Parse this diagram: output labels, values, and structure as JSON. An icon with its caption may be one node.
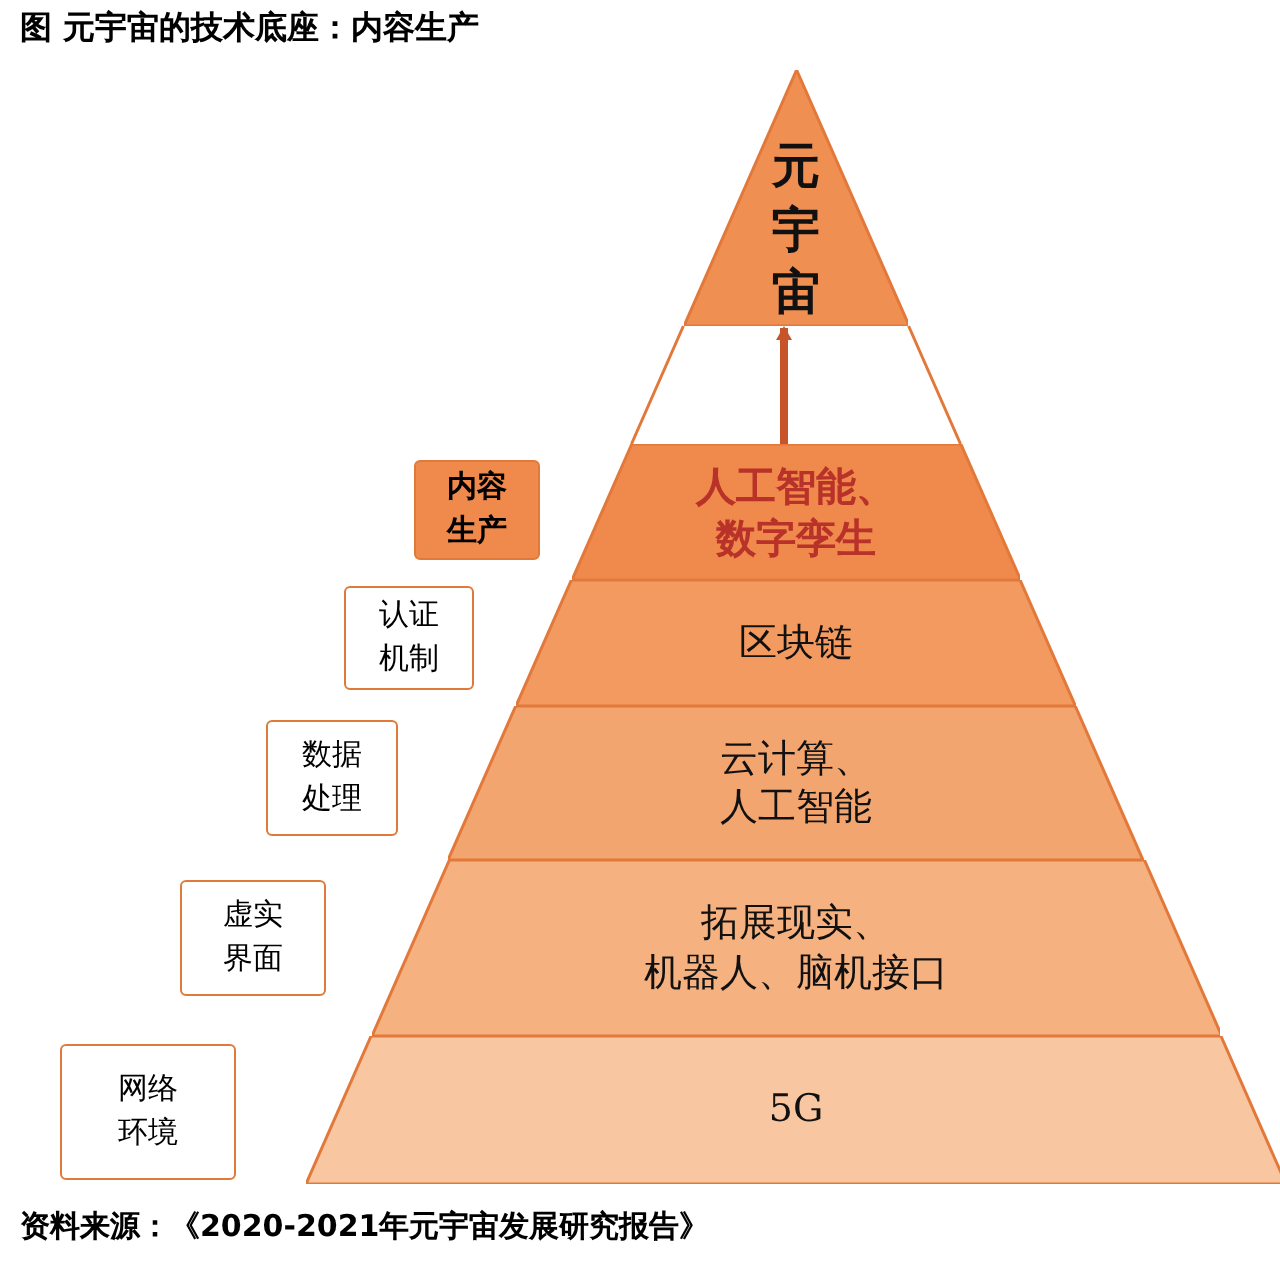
{
  "diagram": {
    "title": "图 元宇宙的技术底座：内容生产",
    "caption": "资料来源：《2020-2021年元宇宙发展研究报告》",
    "nodes": [
      {
        "text": [
          "元宇宙"
        ]
      },
      {
        "text": [
          "人工智能、数字孪生"
        ]
      },
      {
        "text": [
          "区块链"
        ]
      },
      {
        "text": [
          "云计算、人工智能"
        ]
      },
      {
        "text": [
          "拓展现实、机器人、脑机接口"
        ]
      },
      {
        "text": [
          "5G"
        ]
      },
      {
        "text": [
          "内容生产"
        ]
      },
      {
        "text": [
          "认证机制"
        ]
      },
      {
        "text": [
          "数据处理"
        ]
      },
      {
        "text": [
          "虚实界面"
        ]
      },
      {
        "text": [
          "网络环境"
        ]
      }
    ],
    "edges": [
      {
        "from": 1,
        "to": 0,
        "arrow": "to"
      }
    ]
  }
}
